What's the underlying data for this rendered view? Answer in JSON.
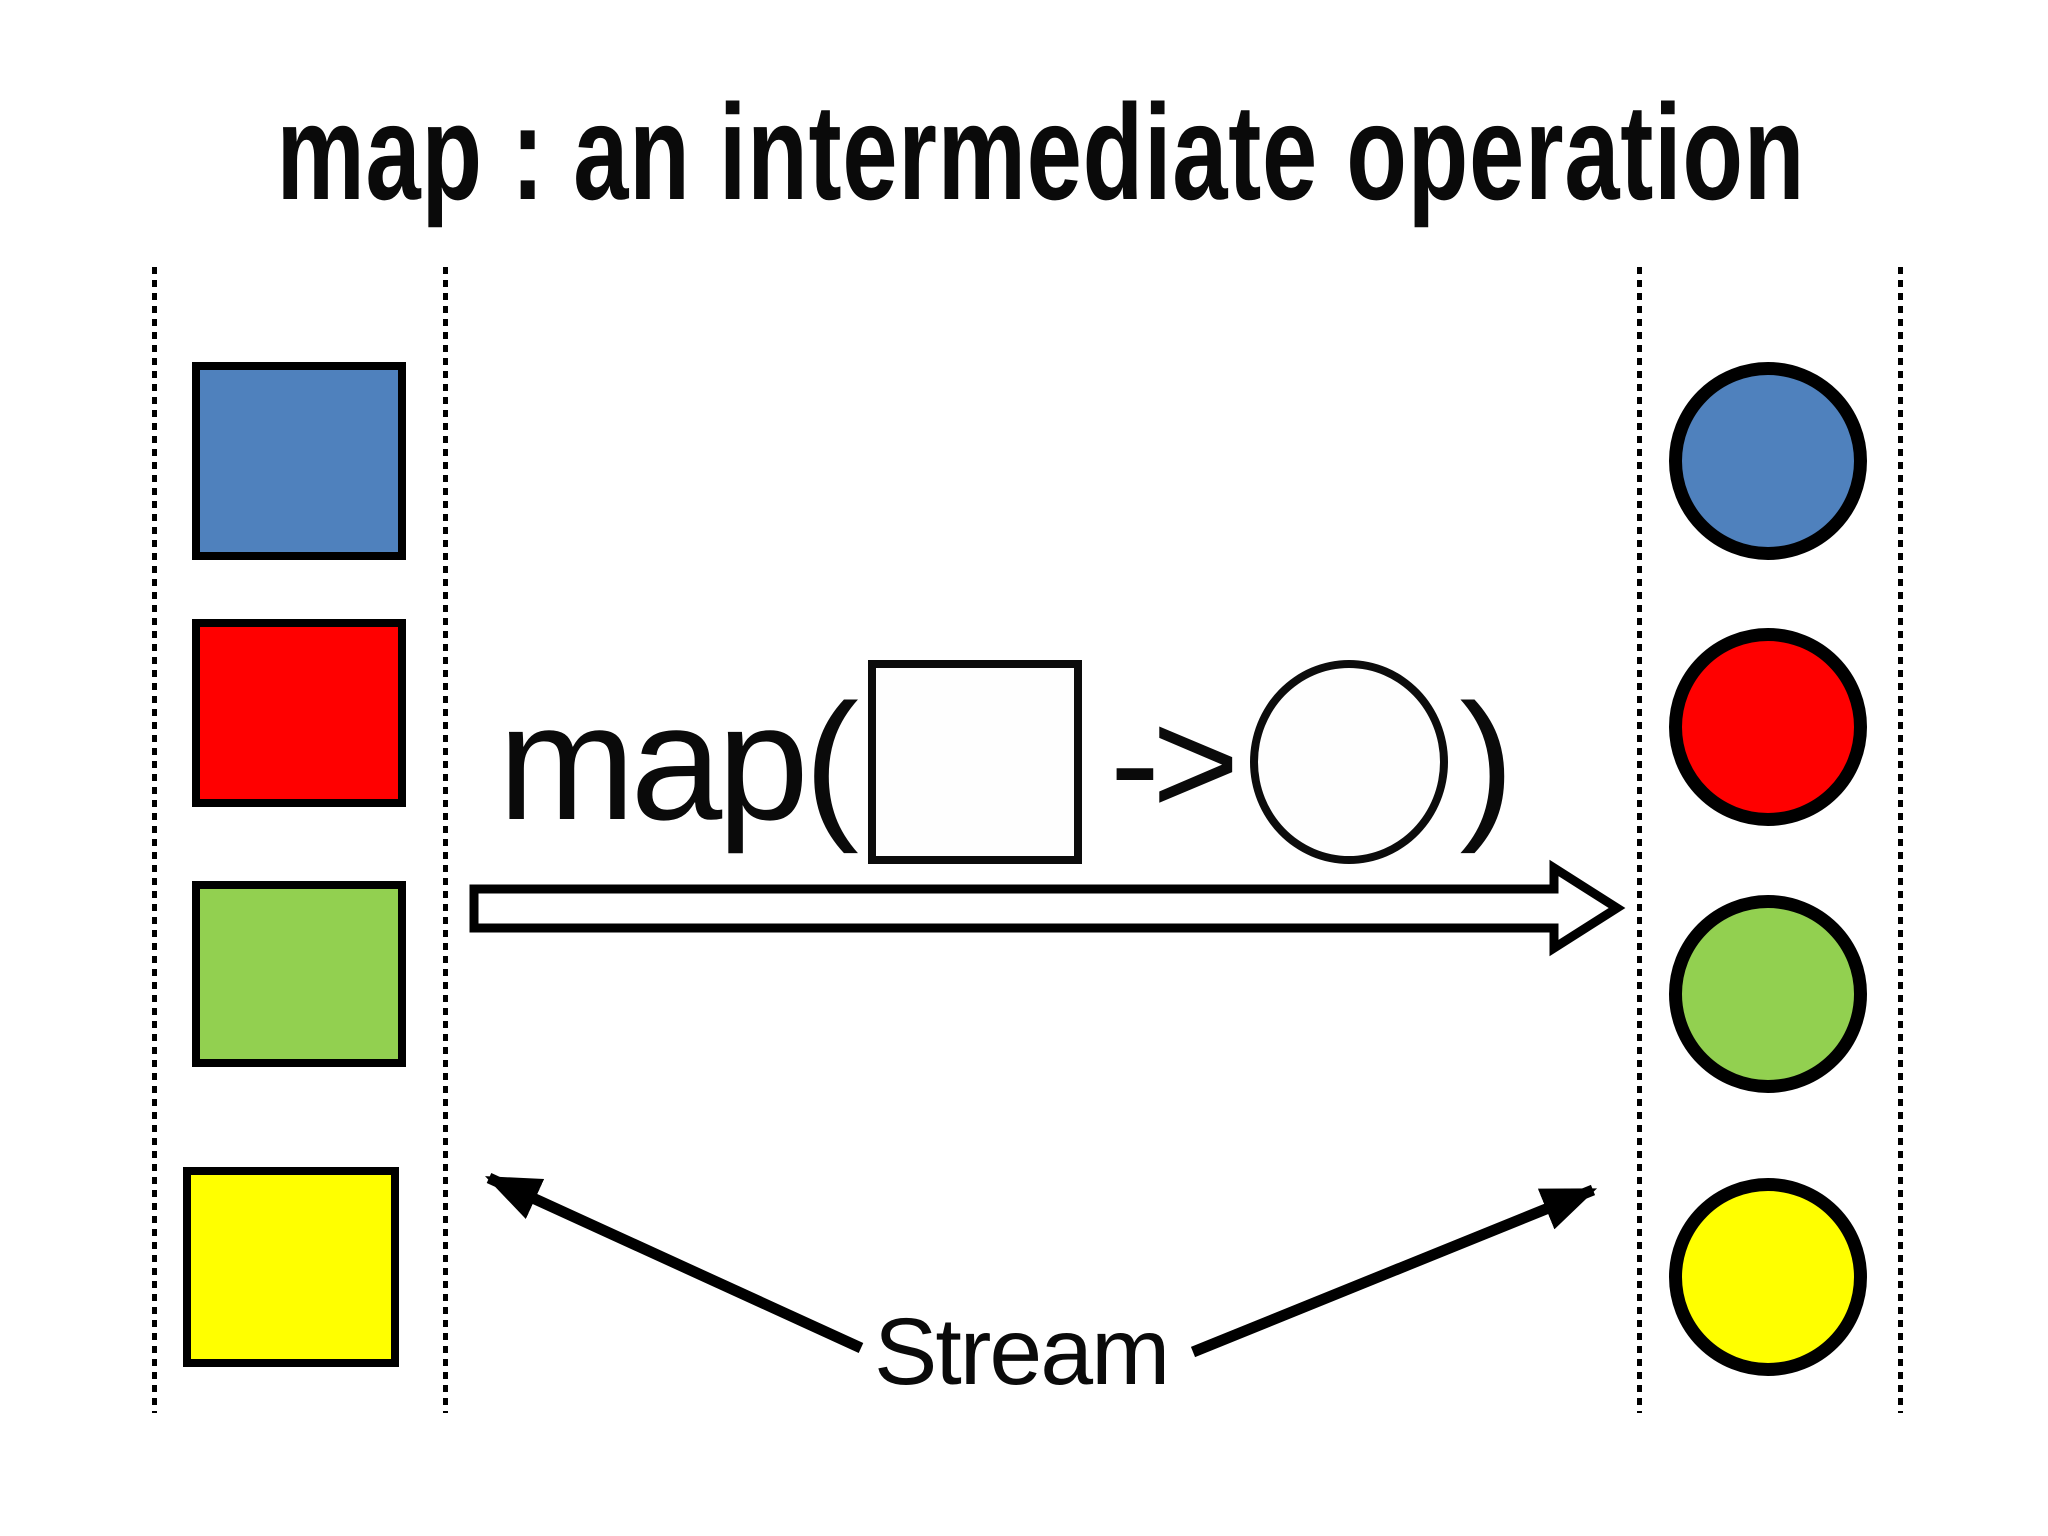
{
  "title": "map : an intermediate operation",
  "expression": {
    "prefix": "map(",
    "mapping_arrow": "->",
    "suffix": ")"
  },
  "stream_label": "Stream",
  "colors": {
    "shape_outline": "#000000",
    "blue": "#4F81BD",
    "red": "#FF0000",
    "green": "#92D050",
    "yellow": "#FFFF00",
    "arrow_fill": "#FFFFFF",
    "arrow_stroke": "#000000"
  },
  "input_stream": {
    "shape": "square",
    "items": [
      {
        "name": "blue",
        "color": "#4F81BD"
      },
      {
        "name": "red",
        "color": "#FF0000"
      },
      {
        "name": "green",
        "color": "#92D050"
      },
      {
        "name": "yellow",
        "color": "#FFFF00"
      }
    ]
  },
  "output_stream": {
    "shape": "circle",
    "items": [
      {
        "name": "blue",
        "color": "#4F81BD"
      },
      {
        "name": "red",
        "color": "#FF0000"
      },
      {
        "name": "green",
        "color": "#92D050"
      },
      {
        "name": "yellow",
        "color": "#FFFF00"
      }
    ]
  }
}
